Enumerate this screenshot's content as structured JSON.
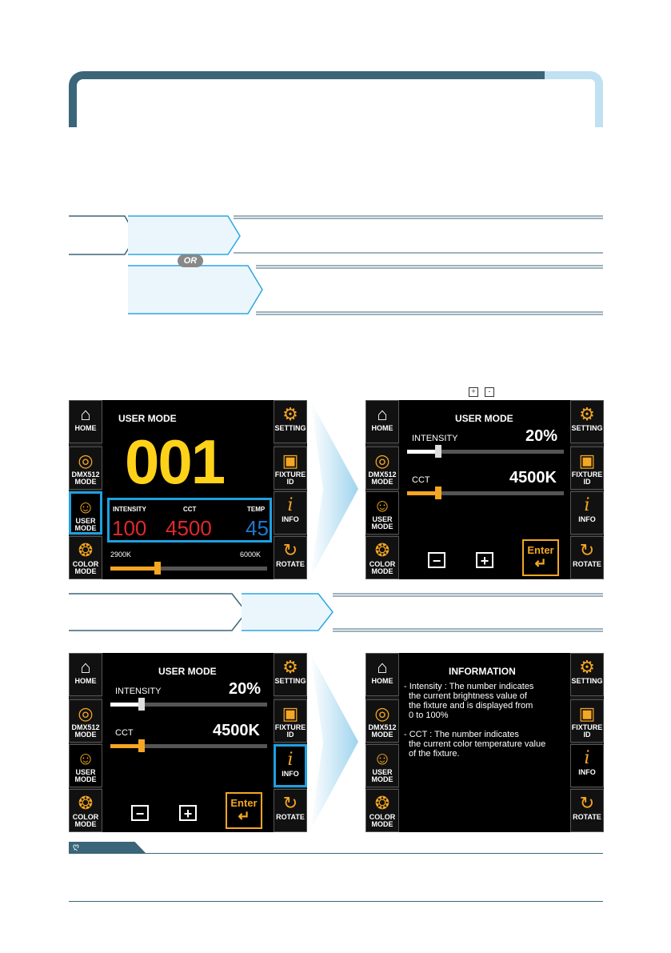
{
  "flow": {
    "or_label": "OR"
  },
  "tiny_icons": {
    "plus": "+",
    "minus": "-"
  },
  "sidebar": {
    "home": "HOME",
    "dmx_line1": "DMX512",
    "dmx_line2": "MODE",
    "user_line1": "USER",
    "user_line2": "MODE",
    "color_line1": "COLOR",
    "color_line2": "MODE",
    "setting": "SETTING",
    "fixture_line1": "FIXTURE",
    "fixture_line2": "ID",
    "info": "INFO",
    "rotate": "ROTATE",
    "icons": [
      "home-icon",
      "dmx-icon",
      "user-icon",
      "color-wheel-icon",
      "gear-icon",
      "id-card-icon",
      "info-icon",
      "rotate-icon"
    ]
  },
  "screen1": {
    "title": "USER MODE",
    "id_number": "001",
    "intensity_label": "INTENSITY",
    "cct_label": "CCT",
    "temp_label": "TEMP",
    "intensity_value": "100",
    "cct_value": "4500",
    "temp_value": "45",
    "range_min": "2900K",
    "range_max": "6000K",
    "slider_level": 0.3
  },
  "screen_adjust": {
    "title": "USER MODE",
    "intensity_label": "INTENSITY",
    "intensity_value": "20%",
    "intensity_level": 0.2,
    "cct_label": "CCT",
    "cct_value": "4500K",
    "cct_level": 0.2,
    "minus": "−",
    "plus": "+",
    "enter": "Enter"
  },
  "screen_info": {
    "title": "INFORMATION",
    "lines": [
      "- Intensity : The number indicates",
      "  the current brightness value of",
      "  the fixture and is displayed from",
      "  0 to 100%",
      "",
      "- CCT : The number indicates",
      "  the current color temperature value",
      "  of the fixture."
    ]
  },
  "colors": {
    "accent": "#1ea0e0",
    "orange": "#f5a623",
    "yellow": "#ffd21a",
    "red": "#e0282c",
    "blue": "#1e78c8",
    "header": "#3b6578"
  }
}
